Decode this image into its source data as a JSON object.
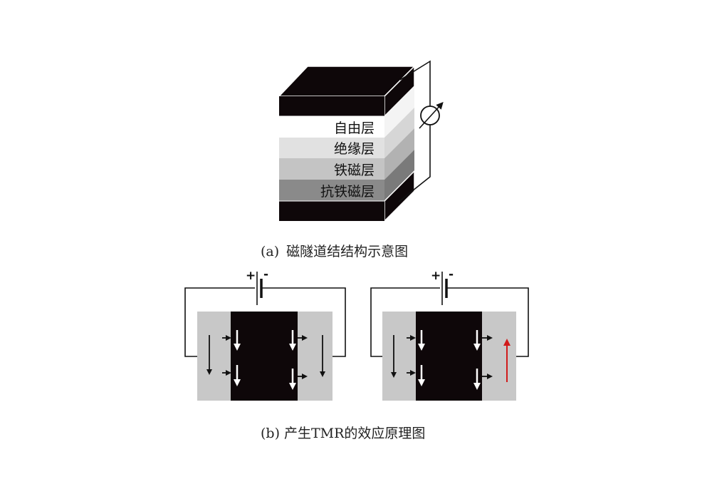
{
  "figure_a": {
    "layers": [
      {
        "name": "top-electrode",
        "label": "",
        "color": "#0e0709"
      },
      {
        "name": "free-layer",
        "label": "自由层",
        "color": "#ffffff"
      },
      {
        "name": "insulating-layer",
        "label": "绝缘层",
        "color": "#e1e1e1"
      },
      {
        "name": "ferromagnetic-layer",
        "label": "铁磁层",
        "color": "#c4c4c4"
      },
      {
        "name": "antiferromagnetic-layer",
        "label": "抗铁磁层",
        "color": "#8a8a8a"
      },
      {
        "name": "bottom-electrode",
        "label": "",
        "color": "#0e0709"
      }
    ],
    "caption_prefix": "(a)",
    "caption": "磁隧道结结构示意图",
    "meter_icon": "ammeter-variable-icon"
  },
  "figure_b": {
    "caption_prefix": "(b)",
    "caption": "产生TMR的效应原理图",
    "battery": {
      "plus": "+",
      "minus": "-"
    },
    "panels": [
      {
        "name": "parallel-state",
        "left_spin": "down",
        "right_spin": "down",
        "right_spin_color": "#111111"
      },
      {
        "name": "antiparallel-state",
        "left_spin": "down",
        "right_spin": "up",
        "right_spin_color": "#d11a1a"
      }
    ],
    "colors": {
      "magnet": "#c8c8c8",
      "barrier": "#0e0709",
      "highlight": "#d11a1a"
    }
  }
}
